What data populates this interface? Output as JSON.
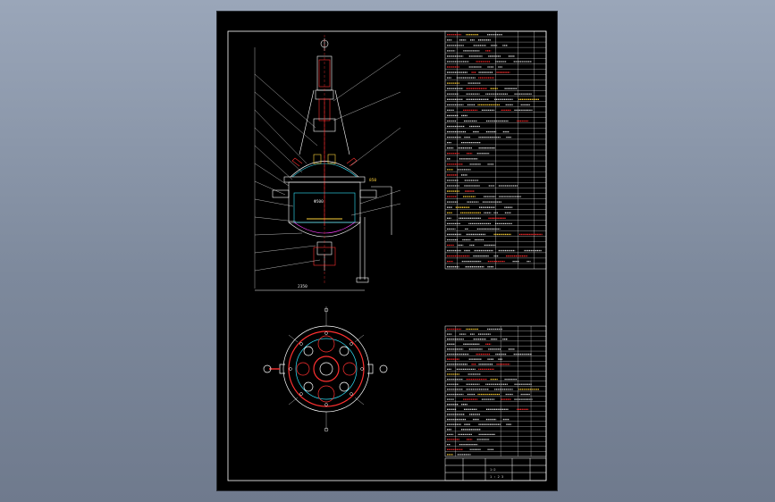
{
  "app": {
    "background_color": "#8a96a9",
    "sheet_color": "#000000"
  },
  "colors": {
    "outline": "#ffffff",
    "accent_red": "#ff3030",
    "accent_yellow": "#ffd23a",
    "accent_cyan": "#33e6ff",
    "accent_magenta": "#ff40ff"
  },
  "drawing": {
    "title_block": {
      "mid_label": "1:2",
      "bottom_label": "1 : 2 3"
    },
    "dimensions": {
      "base_width": "2350",
      "body_label": "Φ500",
      "top_label": "850"
    }
  }
}
